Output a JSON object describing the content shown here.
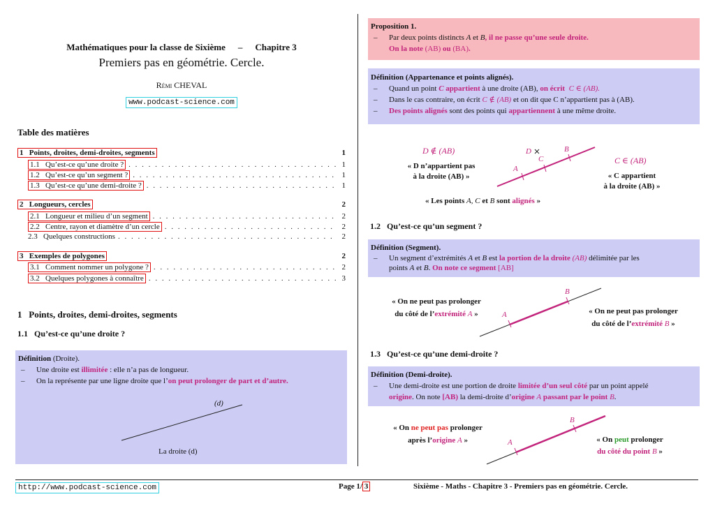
{
  "header": {
    "course": "Mathématiques pour la classe de Sixième",
    "dash": "–",
    "chapter": "Chapitre 3",
    "title": "Premiers pas en géométrie. Cercle.",
    "author": "Rémi CHEVAL",
    "website": "www.podcast-science.com"
  },
  "toc": {
    "heading": "Table des matières",
    "sections": [
      {
        "num": "1",
        "label": "Points, droites, demi-droites, segments",
        "page": "1",
        "subs": [
          {
            "num": "1.1",
            "label": "Qu’est-ce qu’une droite ?",
            "page": "1"
          },
          {
            "num": "1.2",
            "label": "Qu’est-ce qu’un segment ?",
            "page": "1"
          },
          {
            "num": "1.3",
            "label": "Qu’est-ce qu’une demi-droite ?",
            "page": "1"
          }
        ]
      },
      {
        "num": "2",
        "label": "Longueurs, cercles",
        "page": "2",
        "subs": [
          {
            "num": "2.1",
            "label": "Longueur et milieu d’un segment",
            "page": "2"
          },
          {
            "num": "2.2",
            "label": "Centre, rayon et diamètre d’un cercle",
            "page": "2"
          },
          {
            "num": "2.3",
            "label": "Quelques constructions",
            "page": "2"
          }
        ]
      },
      {
        "num": "3",
        "label": "Exemples de polygones",
        "page": "2",
        "subs": [
          {
            "num": "3.1",
            "label": "Comment nommer un polygone ?",
            "page": "2"
          },
          {
            "num": "3.2",
            "label": "Quelques polygones à connaître",
            "page": "3"
          }
        ]
      }
    ]
  },
  "section1": {
    "num": "1",
    "title": "Points, droites, demi-droites, segments"
  },
  "section11": {
    "num": "1.1",
    "title": "Qu’est-ce qu’une droite ?"
  },
  "def_droite": {
    "title_b": "Définition",
    "title_n": "(Droite).",
    "item1_a": "Une droite est ",
    "item1_b": "illimitée",
    "item1_c": " : elle n’a pas de longueur.",
    "item2_a": "On la représente par une ligne droite que l’",
    "item2_b": "on peut prolonger de part et d’autre.",
    "line_label": "(d)",
    "caption": "La droite (d)"
  },
  "prop1": {
    "title": "Proposition 1.",
    "l1_a": "Par deux points distincts ",
    "l1_A": "A",
    "l1_et": " et ",
    "l1_B": "B",
    "l1_b": ", il ne passe qu’une seule droite.",
    "l2_a": "On la note ",
    "l2_b": "(AB)",
    "l2_c": " ou ",
    "l2_d": "(BA)",
    "l2_e": "."
  },
  "def_app": {
    "title_b": "Définition",
    "title_n": "(Appartenance et points alignés).",
    "i1_a": "Quand un point ",
    "i1_C": "C",
    "i1_b": " appartient",
    "i1_c": " à une droite (AB), ",
    "i1_d": "on écrit",
    "i1_e": "C ∈ (AB).",
    "i2_a": "Dans le cas contraire, on écrit ",
    "i2_b": "C ∉ (AB)",
    "i2_c": " et on dit que C n’appartient pas à (AB).",
    "i3_a": "Des points alignés",
    "i3_b": " sont des points qui ",
    "i3_c": "appartiennent",
    "i3_d": " à une même droite."
  },
  "fig_app": {
    "notin": "D ∉ (AB)",
    "notin_q1": "« D n’appartient pas",
    "notin_q2": "à la droite (AB) »",
    "in": "C ∈ (AB)",
    "in_q1": "« C appartient",
    "in_q2": "à la droite (AB) »",
    "A": "A",
    "B": "B",
    "C": "C",
    "D": "D",
    "aligned_a": "« Les points ",
    "aligned_b": "A, C",
    "aligned_c": " et ",
    "aligned_d": "B",
    "aligned_e": " sont ",
    "aligned_f": "alignés",
    "aligned_g": " »"
  },
  "section12": {
    "num": "1.2",
    "title": "Qu’est-ce qu’un segment ?"
  },
  "def_seg": {
    "title_b": "Définition",
    "title_n": "(Segment).",
    "i1_a": "Un segment d’extrémités ",
    "i1_b": "A",
    "i1_c": " et ",
    "i1_d": "B",
    "i1_e": " est ",
    "i1_f": "la portion de la droite",
    "i1_g": "(AB)",
    "i1_h": " délimitée par les",
    "i2_a": "points ",
    "i2_b": "A",
    "i2_c": " et ",
    "i2_d": "B",
    "i2_e": ". ",
    "i2_f": "On note ce segment",
    "i2_g": "[AB]"
  },
  "fig_seg": {
    "left1": "« On ne peut pas prolonger",
    "left2_a": "du côté de l’",
    "left2_b": "extrémité",
    "left2_c": "A",
    "left2_d": " »",
    "right1": "« On ne peut pas prolonger",
    "right2_a": "du côté de l’",
    "right2_b": "extrémité",
    "right2_c": "B",
    "right2_d": " »",
    "A": "A",
    "B": "B"
  },
  "section13": {
    "num": "1.3",
    "title": "Qu’est-ce qu’une demi-droite ?"
  },
  "def_demi": {
    "title_b": "Définition",
    "title_n": "(Demi-droite).",
    "i1_a": "Une demi-droite est une portion de droite ",
    "i1_b": "limitée d’un seul côté",
    "i1_c": " par un point appelé",
    "i2_a": "origine",
    "i2_b": ". On note ",
    "i2_c": "[AB)",
    "i2_d": " la demi-droite d’",
    "i2_e": "origine",
    "i2_f": "A",
    "i2_g": "passant par le point",
    "i2_h": "B",
    "i2_i": "."
  },
  "fig_demi": {
    "left1_a": "« On ",
    "left1_b": "ne peut pas",
    "left1_c": " prolonger",
    "left2_a": "après l’",
    "left2_b": "origine",
    "left2_c": "A",
    "left2_d": " »",
    "right1_a": "« On ",
    "right1_b": "peut",
    "right1_c": " prolonger",
    "right2_a": "du côté du point",
    "right2_b": "B",
    "right2_c": " »",
    "A": "A",
    "B": "B"
  },
  "footer": {
    "url": "http://www.podcast-science.com",
    "page_a": "Page 1/",
    "page_b": "3",
    "right": "Sixième - Maths - Chapitre 3 - Premiers pas en géométrie. Cercle."
  }
}
